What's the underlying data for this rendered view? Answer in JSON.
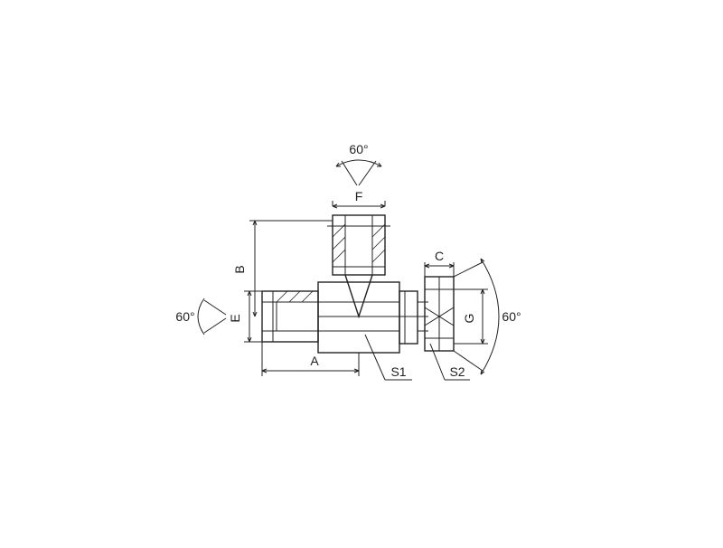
{
  "labels": {
    "angle_top": "60°",
    "angle_left": "60°",
    "angle_right": "60°",
    "dim_F": "F",
    "dim_B": "B",
    "dim_E": "E",
    "dim_A": "A",
    "dim_C": "C",
    "dim_G": "G",
    "dim_S1": "S1",
    "dim_S2": "S2"
  }
}
